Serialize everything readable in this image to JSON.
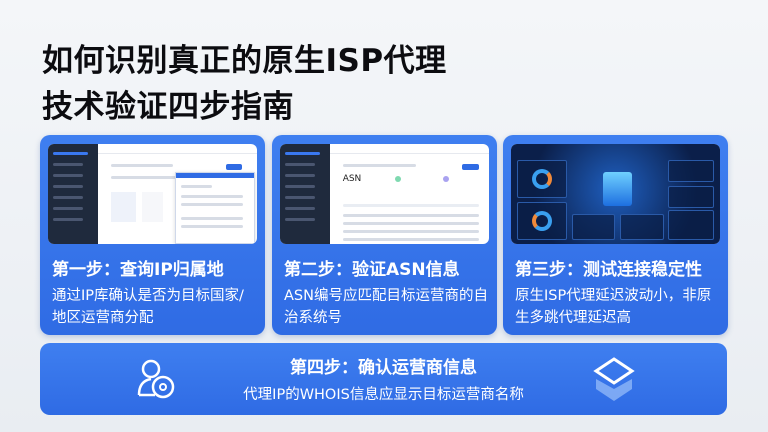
{
  "title": {
    "line1": "如何识别真正的原生ISP代理",
    "line2": "技术验证四步指南"
  },
  "steps": [
    {
      "title": "第一步：查询IP归属地",
      "desc": "通过IP库确认是否为目标国家/地区运营商分配"
    },
    {
      "title": "第二步：验证ASN信息",
      "desc": "ASN编号应匹配目标运营商的自治系统号",
      "screenshot_label": "ASN"
    },
    {
      "title": "第三步：测试连接稳定性",
      "desc": "原生ISP代理延迟波动小，非原生多跳代理延迟高"
    },
    {
      "title": "第四步：确认运营商信息",
      "desc": "代理IP的WHOIS信息应显示目标运营商名称"
    }
  ],
  "icons": {
    "left": "user-disc-icon",
    "right": "layered-box-icon"
  },
  "colors": {
    "card": "#3575ea",
    "title": "#0c0c10",
    "dashboard": "#0b1f4a"
  }
}
